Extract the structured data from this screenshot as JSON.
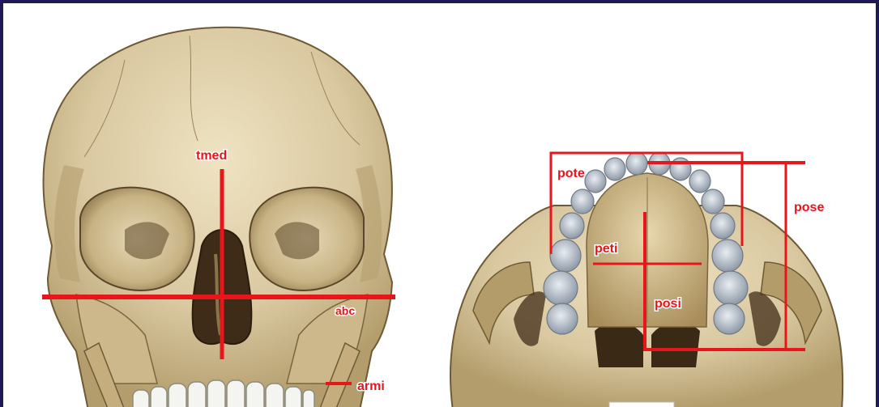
{
  "labels": {
    "tmed": "tmed",
    "abc": "abc",
    "armi": "armi",
    "pote": "pote",
    "pose": "pose",
    "peti": "peti",
    "posi": "posi"
  },
  "colors": {
    "measure_line": "#e8161b",
    "bone": "#d9c8a0",
    "bone_dark": "#8a7348",
    "frame_border": "#1f1a55",
    "teeth": "#aab4bf"
  }
}
